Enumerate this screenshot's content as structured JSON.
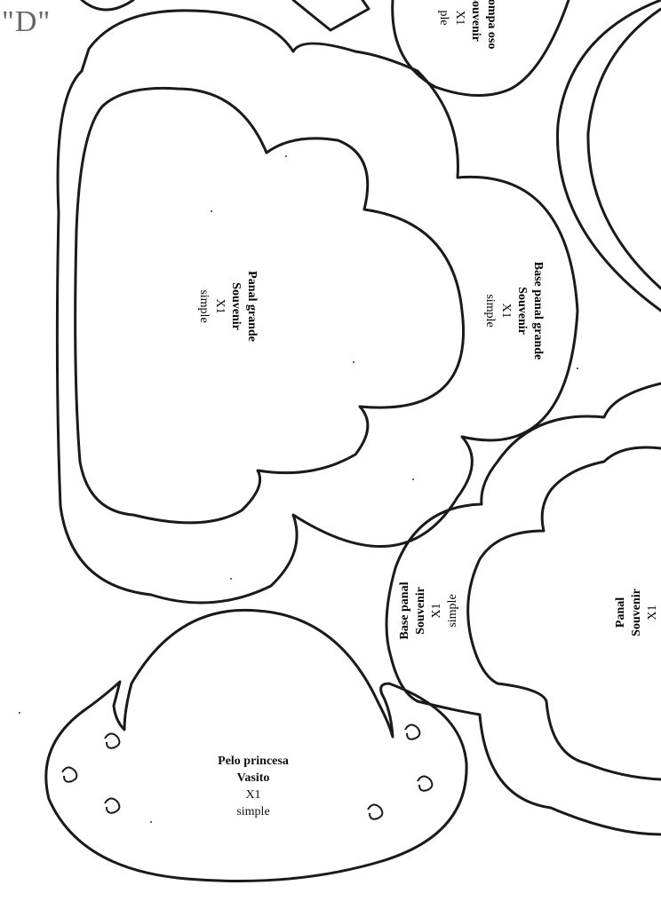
{
  "sheet": {
    "label": "\"D\""
  },
  "pieces": {
    "panal_grande": {
      "name": "Panal grande",
      "use": "Souvenir",
      "qty": "X1",
      "type": "simple"
    },
    "base_panal_grande": {
      "name": "Base panal grande",
      "use": "Souvenir",
      "qty": "X1",
      "type": "simple"
    },
    "base_panal": {
      "name": "Base panal",
      "use": "Souvenir",
      "qty": "X1",
      "type": "simple"
    },
    "panal": {
      "name": "Panal",
      "use": "Souvenir",
      "qty": "X1"
    },
    "trompa_oso": {
      "name": "Trompa oso",
      "use": "Souvenir",
      "qty": "X1",
      "type": "ple"
    },
    "pelo_princesa": {
      "name": "Pelo princesa",
      "use": "Vasito",
      "qty": "X1",
      "type": "simple"
    }
  }
}
